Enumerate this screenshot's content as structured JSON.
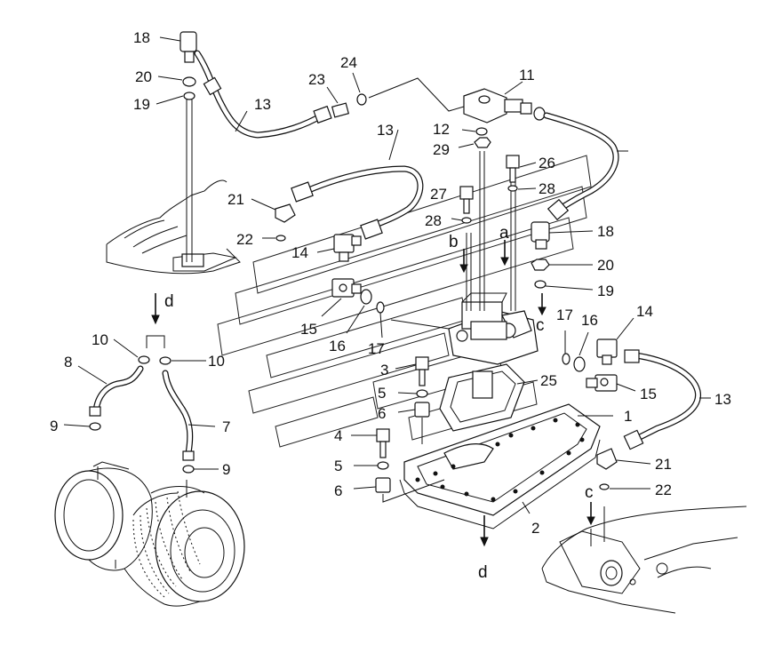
{
  "figure": {
    "labels": [
      "18",
      "20",
      "19",
      "13",
      "23",
      "24",
      "11",
      "12",
      "29",
      "13",
      "26",
      "27",
      "28",
      "28",
      "21",
      "22",
      "14",
      "18",
      "20",
      "19",
      "15",
      "16",
      "17",
      "17",
      "16",
      "14",
      "15",
      "13",
      "3",
      "5",
      "6",
      "25",
      "1",
      "4",
      "5",
      "6",
      "2",
      "21",
      "22",
      "10",
      "10",
      "8",
      "9",
      "7",
      "9"
    ],
    "letters": {
      "a": "a",
      "b": "b",
      "c_upper": "c",
      "c_lower": "c",
      "d_upper": "d",
      "d_lower": "d"
    }
  }
}
